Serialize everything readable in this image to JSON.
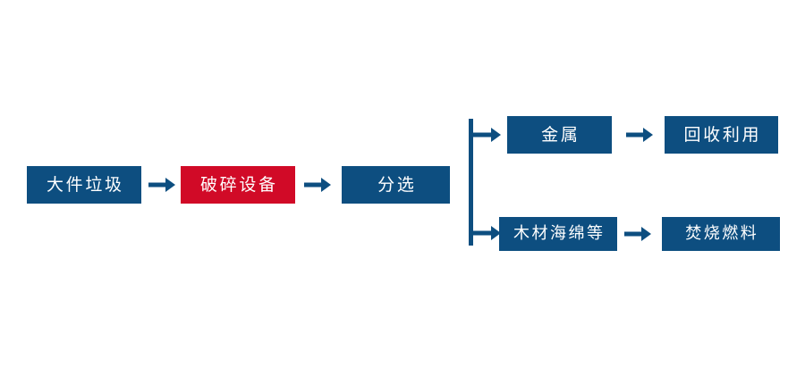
{
  "diagram": {
    "type": "flowchart",
    "orientation": "left-to-right",
    "background_color": "#ffffff",
    "colors": {
      "navy": "#0d4e80",
      "red": "#d10a27",
      "node_text": "#ffffff"
    },
    "nodes": {
      "bulky_waste": "大件垃圾",
      "crusher_equipment": "破碎设备",
      "sorting": "分选",
      "metal": "金属",
      "recycling_reuse": "回收利用",
      "wood_sponge_etc": "木材海绵等",
      "incineration_fuel": "焚烧燃料"
    },
    "icons": {
      "arrow": "→"
    },
    "edges": [
      {
        "from": "大件垃圾",
        "to": "破碎设备",
        "icon": "arrow-right-icon"
      },
      {
        "from": "破碎设备",
        "to": "分选",
        "icon": "arrow-right-icon"
      },
      {
        "from": "分选",
        "to": "金属",
        "icon": "branch-arrow-icon"
      },
      {
        "from": "分选",
        "to": "木材海绵等",
        "icon": "branch-arrow-icon"
      },
      {
        "from": "金属",
        "to": "回收利用",
        "icon": "arrow-right-icon"
      },
      {
        "from": "木材海绵等",
        "to": "焚烧燃料",
        "icon": "arrow-right-icon"
      }
    ]
  }
}
